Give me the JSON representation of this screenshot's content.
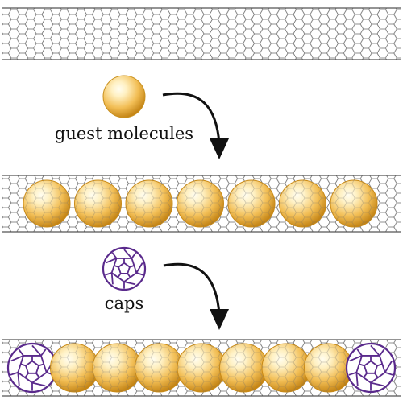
{
  "labels": {
    "guest": "guest molecules",
    "caps": "caps"
  },
  "colors": {
    "lattice": "#6a6a6a",
    "sphere_light": "#fff6d8",
    "sphere_mid": "#f3c25c",
    "sphere_dark": "#c88a18",
    "cap": "#5a2a8c",
    "arrow": "#111111"
  },
  "steps": [
    {
      "name": "empty-nanotube",
      "contents": []
    },
    {
      "name": "filled-nanotube",
      "contents": [
        "guest",
        "guest",
        "guest",
        "guest",
        "guest",
        "guest",
        "guest"
      ]
    },
    {
      "name": "capped-nanotube",
      "contents": [
        "cap",
        "guest",
        "guest",
        "guest",
        "guest",
        "guest",
        "guest",
        "guest",
        "cap"
      ]
    }
  ]
}
